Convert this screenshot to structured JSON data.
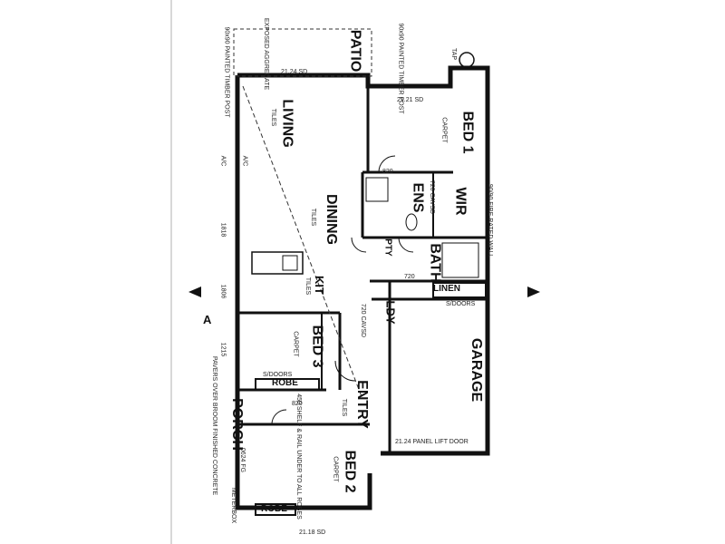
{
  "rooms": {
    "patio": "PATIO",
    "living": "LIVING",
    "dining": "DINING",
    "kit": "KIT",
    "bed1": "BED 1",
    "ens": "ENS",
    "wir": "WIR",
    "pty": "PTY",
    "bath": "BATH",
    "linen": "LINEN",
    "ldy": "LDY",
    "garage": "GARAGE",
    "bed3": "BED 3",
    "robe3": "ROBE",
    "entry": "ENTRY",
    "porch": "PORCH",
    "bed2": "BED 2",
    "robe2": "ROBE"
  },
  "finishes": {
    "living_tiles": "TILES",
    "dining_tiles": "TILES",
    "kit_tiles": "TILES",
    "entry_tiles": "TILES",
    "bed1_carpet": "CARPET",
    "bed3_carpet": "CARPET",
    "bed2_carpet": "CARPET"
  },
  "notes": {
    "exposed_aggregate": "EXPOSED AGGREGATE",
    "timber_post_left": "90x90 PAINTED TIMBER POST",
    "timber_post_right": "90x90 PAINTED TIMBER POST",
    "patio_sd": "21.24 SD",
    "bed1_sd": "21.21 SD",
    "fire_wall": "90/90 FIRE RATED WALL",
    "panel_lift_door": "21.24 PANEL LIFT DOOR",
    "sdoors_linen": "S/DOORS",
    "sdoors_bed3": "S/DOORS",
    "bed2_sd": "21.18 SD",
    "porch_concrete": "PAVERS OVER BROOM FINISHED CONCRETE",
    "shelf_note": "450 SHELF & RAIL UNDER TO ALL ROBES",
    "dim_820_a": "820",
    "dim_820_b": "820",
    "dim_720_ens": "720 CAVSD",
    "dim_720_bath": "720",
    "dim_720_ldy": "720 CAVSD",
    "ac_1": "A/C",
    "ac_2": "A/C",
    "side_1818": "1818",
    "side_1806": "1806",
    "side_1215": "1215",
    "side_0624": "0624 FG",
    "section_a": "A",
    "meter_box": "METERBOX",
    "tap": "TAP"
  },
  "colors": {
    "ink": "#111111",
    "background": "#ffffff"
  }
}
